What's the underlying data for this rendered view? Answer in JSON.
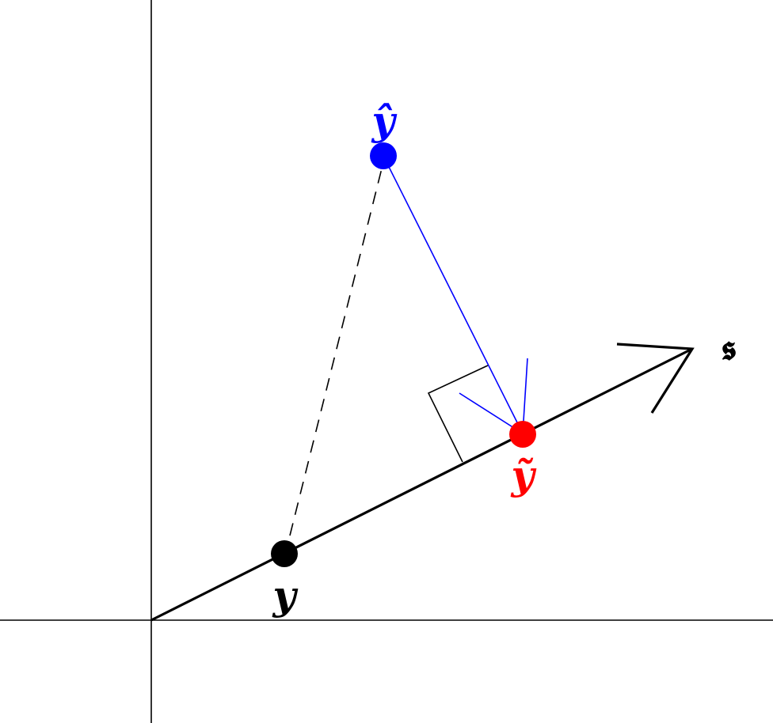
{
  "labels": {
    "y": "y",
    "y_hat": "ŷ",
    "y_tilde": "ỹ",
    "s": "𝖘"
  },
  "colors": {
    "y": "#000000",
    "y_hat": "#0000ff",
    "y_tilde": "#ff0000",
    "axes": "#000000",
    "line_s": "#000000"
  }
}
